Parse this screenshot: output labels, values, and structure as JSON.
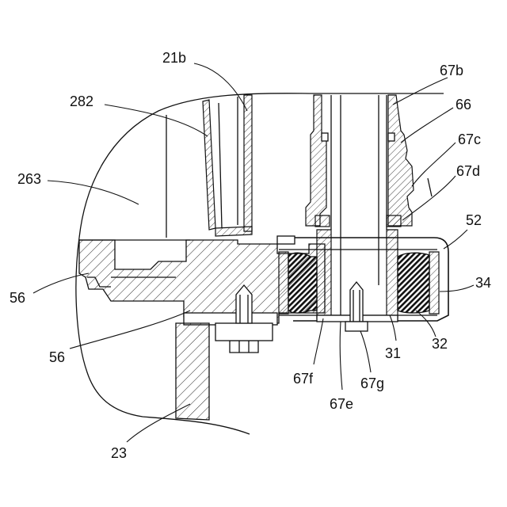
{
  "labels": {
    "l21b": "21b",
    "l67b": "67b",
    "l282": "282",
    "l66": "66",
    "l67c": "67c",
    "l263": "263",
    "l67d": "67d",
    "l52": "52",
    "l56a": "56",
    "l34": "34",
    "l56b": "56",
    "l31": "31",
    "l32": "32",
    "l67f": "67f",
    "l67g": "67g",
    "l67e": "67e",
    "l23": "23"
  },
  "colors": {
    "line": "#111111",
    "background": "#ffffff"
  }
}
